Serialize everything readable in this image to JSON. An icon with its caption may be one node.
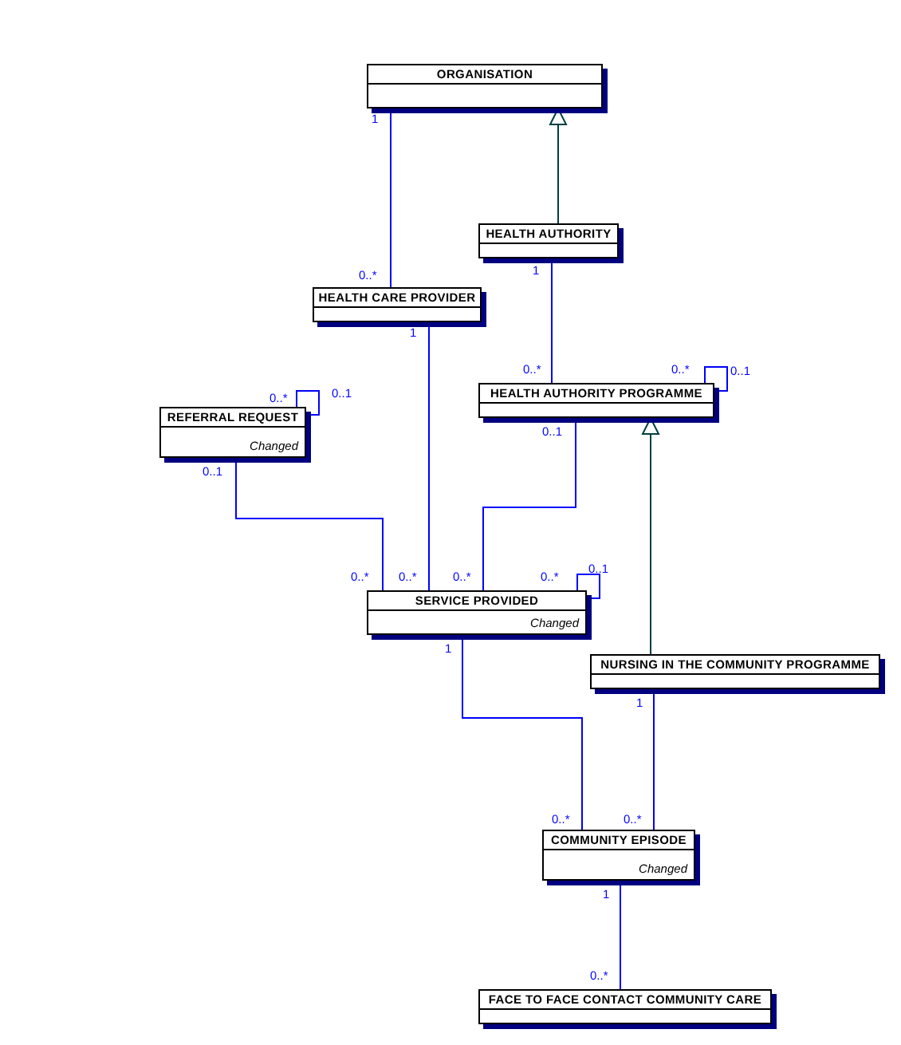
{
  "diagram": {
    "nodes": [
      {
        "text": [
          "ORGANISATION"
        ]
      },
      {
        "text": [
          "HEALTH AUTHORITY"
        ]
      },
      {
        "text": [
          "HEALTH CARE PROVIDER"
        ]
      },
      {
        "text": [
          "REFERRAL REQUEST",
          "Changed"
        ]
      },
      {
        "text": [
          "HEALTH AUTHORITY PROGRAMME"
        ]
      },
      {
        "text": [
          "SERVICE PROVIDED",
          "Changed"
        ]
      },
      {
        "text": [
          "NURSING IN THE COMMUNITY PROGRAMME"
        ]
      },
      {
        "text": [
          "COMMUNITY EPISODE",
          "Changed"
        ]
      },
      {
        "text": [
          "FACE TO FACE CONTACT COMMUNITY CARE"
        ]
      }
    ],
    "edges": [
      {
        "from": 1,
        "to": 0,
        "arrow": "to",
        "color": "#004040"
      },
      {
        "from": 0,
        "to": 2,
        "arrow": "none"
      },
      {
        "from": 1,
        "to": 4,
        "arrow": "none"
      },
      {
        "from": 3,
        "to": 3,
        "arrow": "none"
      },
      {
        "from": 4,
        "to": 4,
        "arrow": "none"
      },
      {
        "from": 3,
        "to": 5,
        "arrow": "none"
      },
      {
        "from": 2,
        "to": 5,
        "arrow": "none"
      },
      {
        "from": 4,
        "to": 5,
        "arrow": "none"
      },
      {
        "from": 5,
        "to": 5,
        "arrow": "none"
      },
      {
        "from": 6,
        "to": 4,
        "arrow": "to",
        "color": "#004040"
      },
      {
        "from": 5,
        "to": 7,
        "arrow": "none"
      },
      {
        "from": 6,
        "to": 7,
        "arrow": "none"
      },
      {
        "from": 7,
        "to": 8,
        "arrow": "none"
      }
    ],
    "labels": [
      "1",
      "1",
      "0..*",
      "1",
      "0..*",
      "0..*",
      "0..1",
      "0..*",
      "0..1",
      "0..1",
      "0..1",
      "0..*",
      "0..*",
      "0..*",
      "0..*",
      "0..1",
      "1",
      "1",
      "0..*",
      "0..*",
      "1",
      "0..*"
    ]
  }
}
